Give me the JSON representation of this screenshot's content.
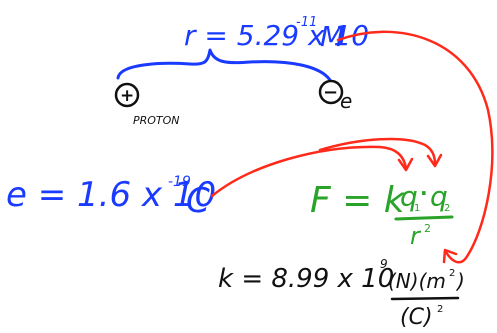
{
  "colors": {
    "blue": "#1a3bff",
    "black": "#111111",
    "red": "#ff2a1a",
    "green": "#2aa32a"
  },
  "radius_label": "r = 5.29 x 10",
  "radius_exp": "-11",
  "radius_unit": "M",
  "proton_symbol": "+",
  "proton_label": "PROTON",
  "electron_symbol": "−",
  "electron_subscript": "e",
  "charge_label": "e = 1.6 x 10",
  "charge_exp": "-19",
  "charge_unit": "C",
  "force": {
    "lhs": "F = k",
    "q1": "q",
    "q1_sub": "1",
    "dot": "·",
    "q2": "q",
    "q2_sub": "2",
    "denominator": "r",
    "den_exp": "2"
  },
  "constant": {
    "lhs": "k = 8.99 x 10",
    "exp": "9",
    "units_num": "(N)(m",
    "units_num_exp": "2",
    "units_num_close": ")",
    "units_den": "(C)",
    "units_den_exp": "2"
  }
}
